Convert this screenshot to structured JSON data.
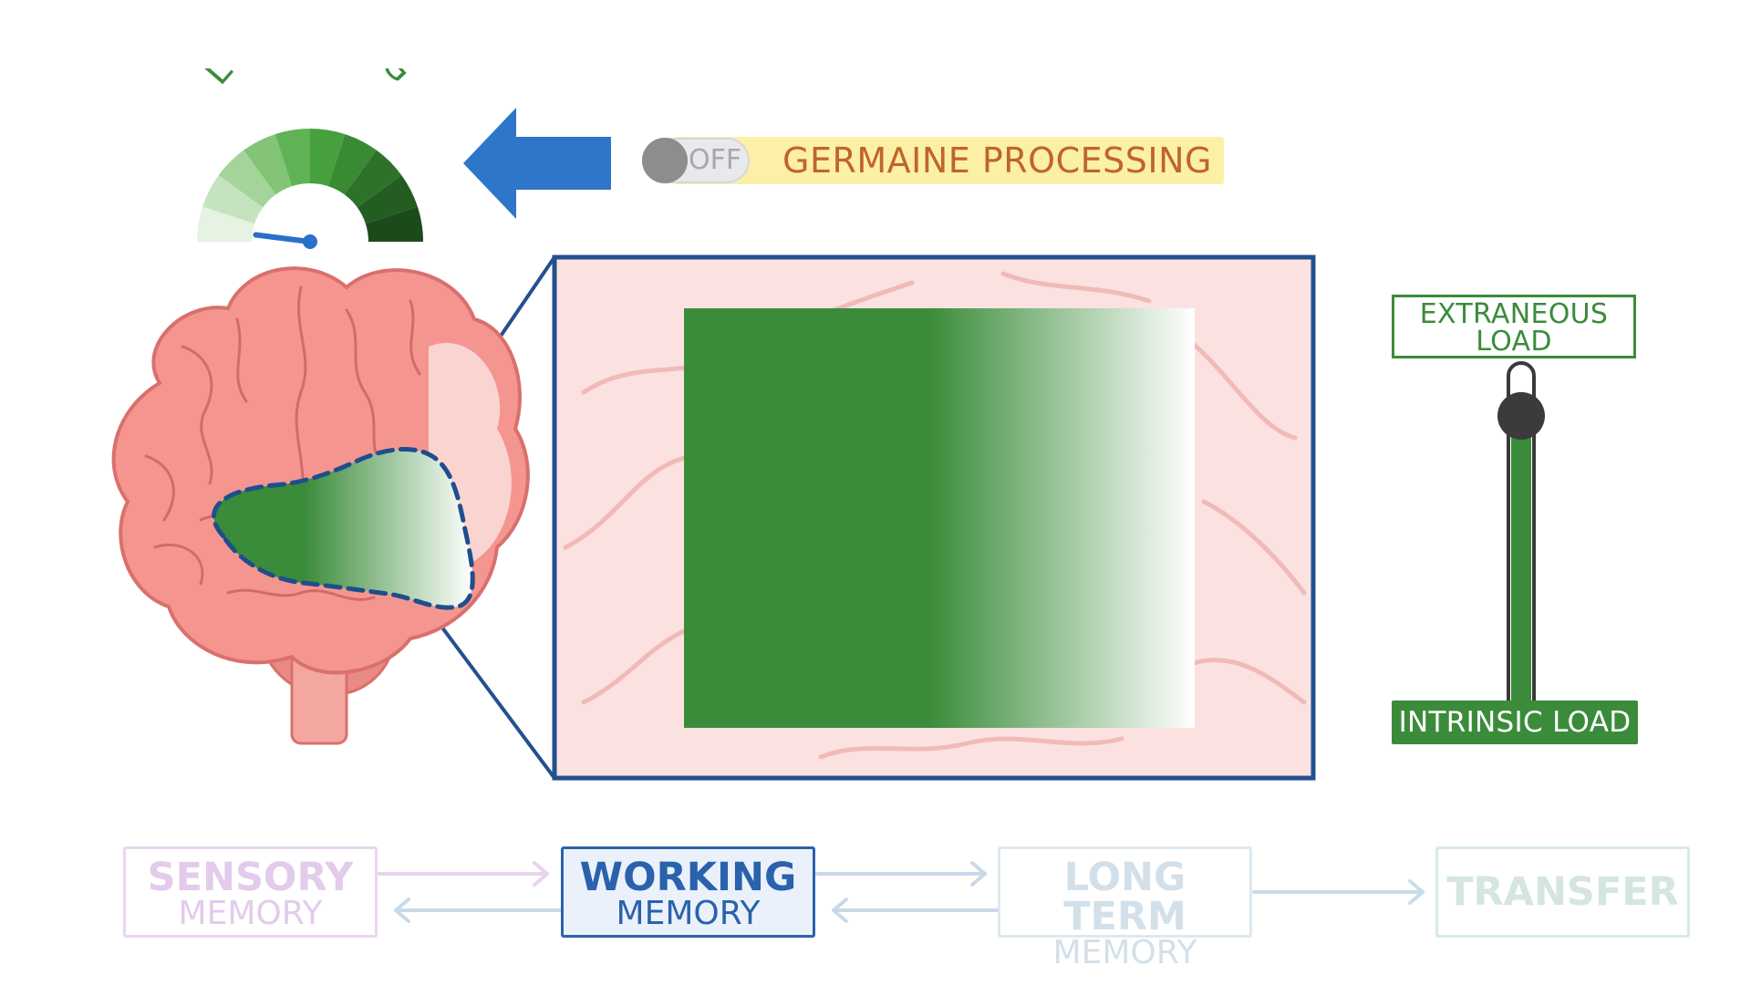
{
  "gauge": {
    "title": "LEARNING",
    "level": 0.04,
    "segment_colors": [
      "#e6f2e2",
      "#c6e3bf",
      "#a5d49a",
      "#83c476",
      "#5fb356",
      "#46a03e",
      "#3a8a34",
      "#2e7229",
      "#245d22",
      "#1c4b1b"
    ],
    "needle_color": "#2a6fc8"
  },
  "arrow": {
    "color": "#2e76c9"
  },
  "toggle": {
    "state_text": "OFF",
    "is_on": false
  },
  "germaine": {
    "label": "GERMAINE PROCESSING",
    "bg_color": "#fbf0a6",
    "text_color": "#c0652a"
  },
  "brain": {
    "region_fill": "#3b8c3a",
    "outline_color": "#1f4e8c",
    "zoom_frame_color": "#23508f",
    "working_memory_fill_color": "#3b8c3a"
  },
  "load_slider": {
    "top_label": "EXTRANEOUS LOAD",
    "bottom_label": "INTRINSIC LOAD",
    "position_from_bottom": 0.88,
    "color": "#3b8c3a"
  },
  "memory_flow": {
    "sensory": {
      "title": "SENSORY",
      "subtitle": "MEMORY"
    },
    "working": {
      "title": "WORKING",
      "subtitle": "MEMORY",
      "active": true
    },
    "longterm": {
      "title": "LONG TERM",
      "subtitle": "MEMORY"
    },
    "transfer": {
      "title": "TRANSFER"
    }
  }
}
